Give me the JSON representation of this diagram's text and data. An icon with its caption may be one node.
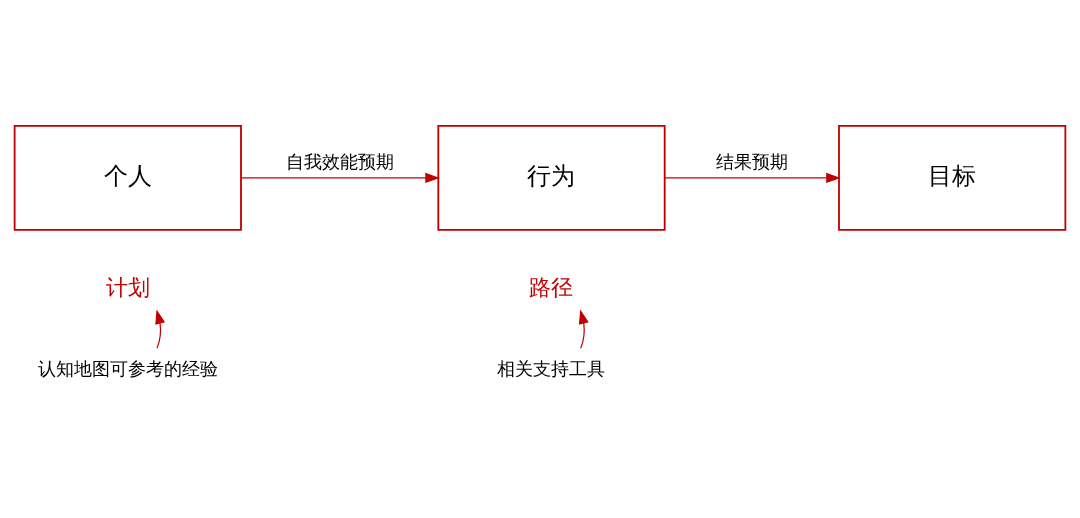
{
  "diagram": {
    "nodes": [
      {
        "text": [
          "个人"
        ]
      },
      {
        "text": [
          "行为"
        ]
      },
      {
        "text": [
          "目标"
        ]
      },
      {
        "text": [
          "计划"
        ]
      },
      {
        "text": [
          "认知地图可参考的经验"
        ]
      },
      {
        "text": [
          "路径"
        ]
      },
      {
        "text": [
          "相关支持工具"
        ]
      }
    ],
    "edges": [
      {
        "from": 0,
        "to": 1,
        "arrow": "to",
        "label": "自我效能预期"
      },
      {
        "from": 1,
        "to": 2,
        "arrow": "to",
        "label": "结果预期"
      },
      {
        "from": 4,
        "to": 3,
        "arrow": "to"
      },
      {
        "from": 6,
        "to": 5,
        "arrow": "to"
      }
    ]
  }
}
